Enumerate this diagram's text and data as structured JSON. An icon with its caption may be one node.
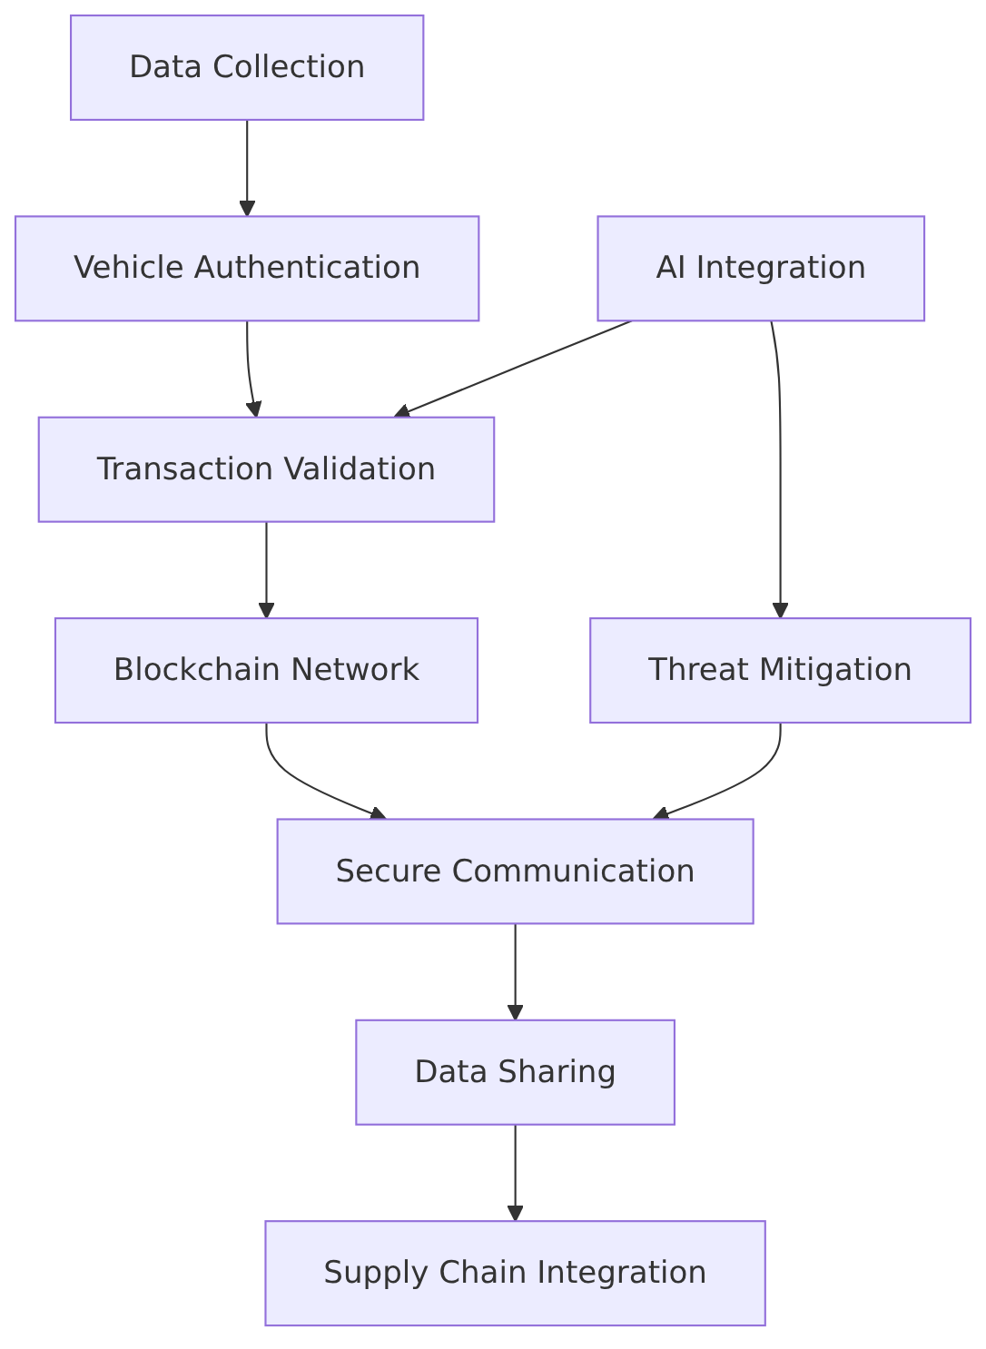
{
  "diagram": {
    "nodes": [
      {
        "text": [
          "Data Collection"
        ]
      },
      {
        "text": [
          "Vehicle Authentication"
        ]
      },
      {
        "text": [
          "AI Integration"
        ]
      },
      {
        "text": [
          "Transaction Validation"
        ]
      },
      {
        "text": [
          "Blockchain Network"
        ]
      },
      {
        "text": [
          "Threat Mitigation"
        ]
      },
      {
        "text": [
          "Secure Communication"
        ]
      },
      {
        "text": [
          "Data Sharing"
        ]
      },
      {
        "text": [
          "Supply Chain Integration"
        ]
      }
    ],
    "edges": [
      {
        "from": 0,
        "to": 1,
        "arrow": "to"
      },
      {
        "from": 1,
        "to": 3,
        "arrow": "to"
      },
      {
        "from": 2,
        "to": 3,
        "arrow": "to"
      },
      {
        "from": 3,
        "to": 4,
        "arrow": "to"
      },
      {
        "from": 2,
        "to": 5,
        "arrow": "to"
      },
      {
        "from": 4,
        "to": 6,
        "arrow": "to"
      },
      {
        "from": 5,
        "to": 6,
        "arrow": "to"
      },
      {
        "from": 6,
        "to": 7,
        "arrow": "to"
      },
      {
        "from": 7,
        "to": 8,
        "arrow": "to"
      }
    ]
  }
}
